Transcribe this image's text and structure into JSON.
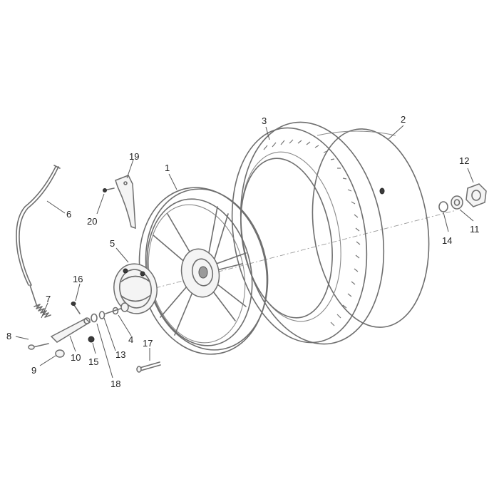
{
  "diagram": {
    "callouts": {
      "c1": "1",
      "c2": "2",
      "c3": "3",
      "c4": "4",
      "c5": "5",
      "c6": "6",
      "c7": "7",
      "c8": "8",
      "c9": "9",
      "c10": "10",
      "c11": "11",
      "c12": "12",
      "c13": "13",
      "c14": "14",
      "c15": "15",
      "c16": "16",
      "c17": "17",
      "c18": "18",
      "c19": "19",
      "c20": "20"
    },
    "colors": {
      "line": "#6e6e6e",
      "text": "#222222",
      "background": "#ffffff"
    }
  }
}
